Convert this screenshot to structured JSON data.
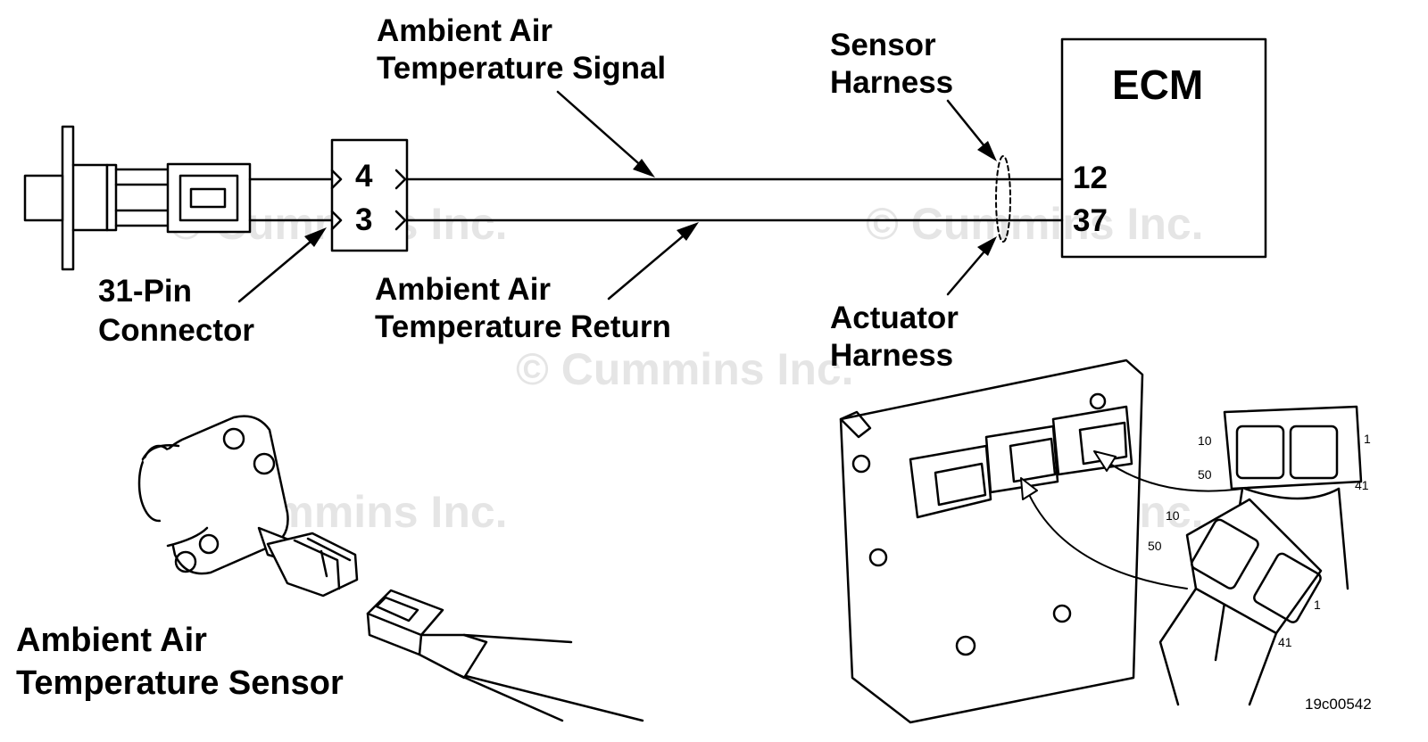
{
  "labels": {
    "signal_line1": "Ambient Air",
    "signal_line2": "Temperature Signal",
    "sensor_harness_line1": "Sensor",
    "sensor_harness_line2": "Harness",
    "ecm_title": "ECM",
    "ecm_pin_signal": "12",
    "ecm_pin_return": "37",
    "connector_pin_signal": "4",
    "connector_pin_return": "3",
    "connector_line1": "31-Pin",
    "connector_line2": "Connector",
    "return_line1": "Ambient Air",
    "return_line2": "Temperature Return",
    "actuator_harness_line1": "Actuator",
    "actuator_harness_line2": "Harness",
    "sensor_line1": "Ambient Air",
    "sensor_line2": "Temperature Sensor",
    "figure_id": "19c00542"
  },
  "ecm_connector_pins": {
    "upper_left_top": "10",
    "upper_left_bottom": "50",
    "upper_right_top": "1",
    "upper_right_bottom": "41",
    "lower_left_top": "10",
    "lower_left_bottom": "50",
    "lower_right_top": "1",
    "lower_right_bottom": "41"
  },
  "watermark": "© Cummins Inc.",
  "colors": {
    "ink": "#000000",
    "paper": "#ffffff",
    "watermark": "#e6e6e6"
  }
}
